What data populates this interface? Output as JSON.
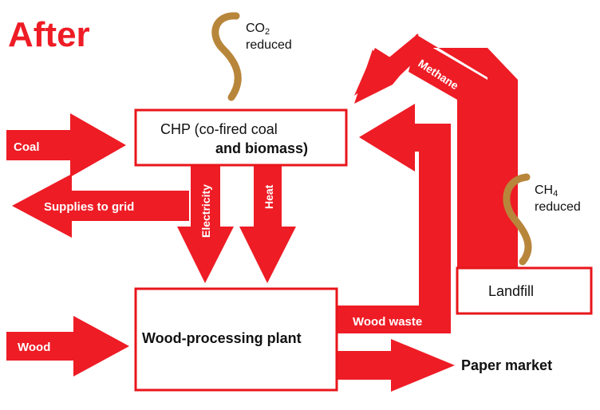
{
  "title": "After",
  "colors": {
    "arrow": "#ee1c25",
    "title": "#ee1c25",
    "squiggle": "#b8863b",
    "box_border": "#e8161b",
    "text": "#111111"
  },
  "boxes": {
    "chp": {
      "line1": "CHP (co-fired coal",
      "line2": "and biomass)"
    },
    "plant": {
      "label": "Wood-processing plant"
    },
    "landfill": {
      "label": "Landfill"
    }
  },
  "arrows": {
    "coal": "Coal",
    "supplies": "Supplies to grid",
    "electricity": "Electricity",
    "heat": "Heat",
    "wood": "Wood",
    "wood_waste": "Wood waste",
    "methane": "Methane",
    "paper": "Paper market"
  },
  "gases": {
    "co2": {
      "formula": "CO",
      "sub": "2",
      "note": "reduced",
      "icon": "squiggle-icon"
    },
    "ch4": {
      "formula": "CH",
      "sub": "4",
      "note": "reduced",
      "icon": "squiggle-icon"
    }
  }
}
